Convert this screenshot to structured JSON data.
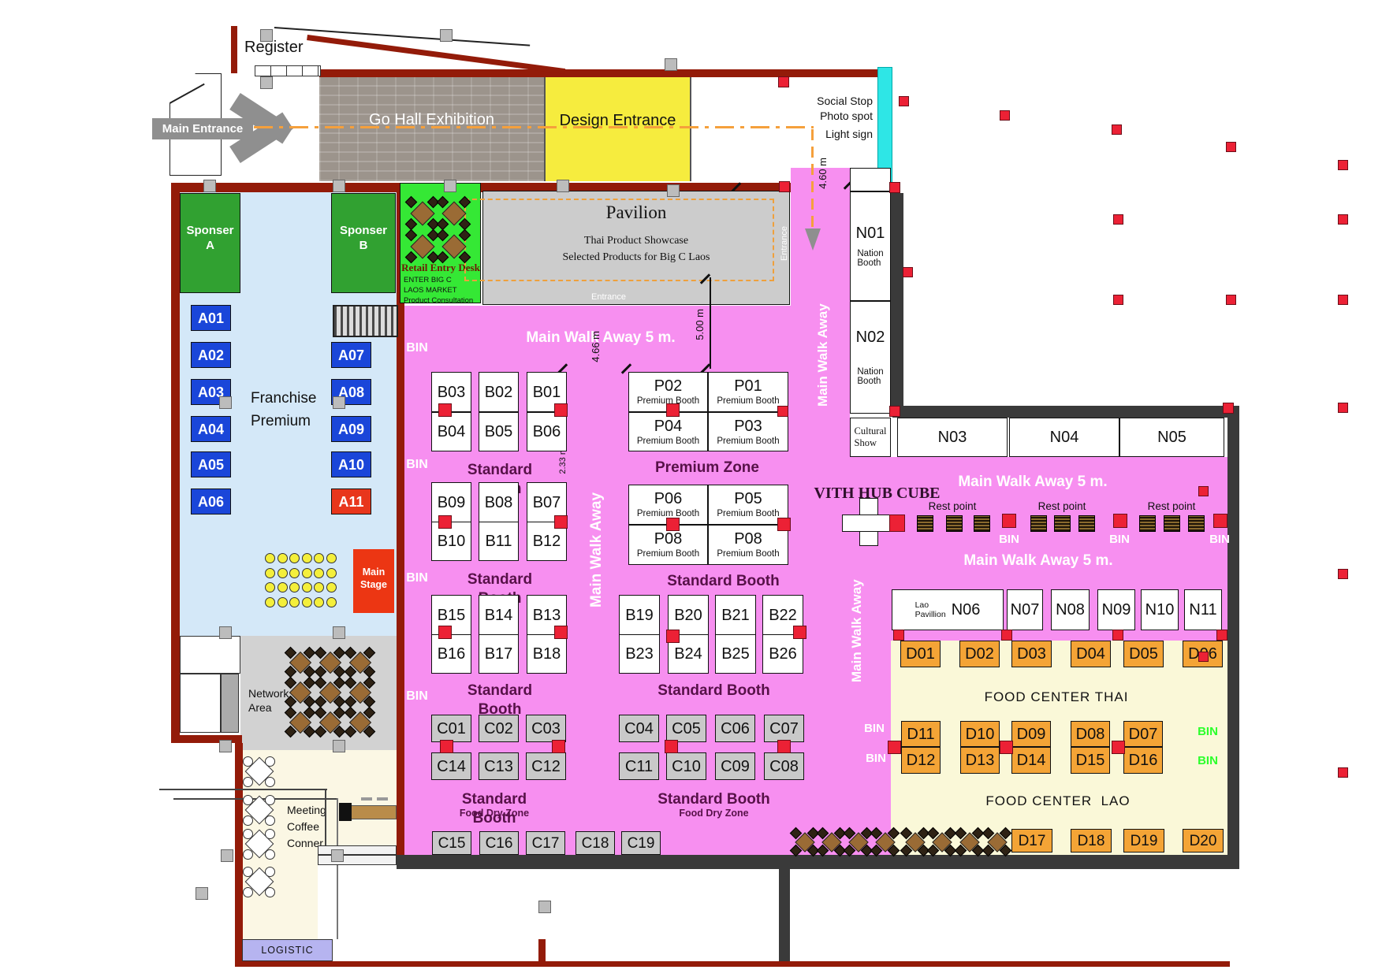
{
  "header": {
    "register": "Register",
    "main_entrance": "Main Entrance",
    "go_hall": "Go Hall Exhibition",
    "design_entrance": "Design Entrance",
    "social_stop": "Social Stop",
    "photo_spot": "Photo spot",
    "light_sign": "Light sign"
  },
  "pavilion": {
    "title": "Pavilion",
    "subtitle1": "Thai Product Showcase",
    "subtitle2": "Selected Products for Big C Laos",
    "entrance_bottom": "Entrance",
    "entrance_side": "Entrance"
  },
  "retail_desk": {
    "title": "Retail Entry Desk",
    "line1": "ENTER BIG C",
    "line2": "LAOS MARKET",
    "line3": "Product Consultation"
  },
  "sponsors": {
    "a": "Sponser\nA",
    "b": "Sponser\nB"
  },
  "franchise": {
    "label": "Franchise\nPremium"
  },
  "stage": {
    "label": "Main\nStage"
  },
  "network": {
    "label": "Network\nArea"
  },
  "meeting": {
    "label": "Meeting\nCoffee\nConner"
  },
  "logistic": {
    "label": "LOGISTIC"
  },
  "zones": {
    "standard_booth": "Standard Booth",
    "premium_zone": "Premium Zone",
    "premium_booth": "Premium Booth",
    "food_dry_zone": "Food Dry Zone",
    "nation_booth": "Nation\nBooth",
    "cultural_show": "Cultural\nShow",
    "lao_pavillion": "Lao\nPavillion",
    "vith": "VITH HUB CUBE",
    "rest_point": "Rest point",
    "bin": "BIN",
    "food_thai": "FOOD CENTER THAI",
    "food_lao": "FOOD CENTER  LAO"
  },
  "walkways": {
    "main_h": "Main Walk Away 5 m.",
    "main_v": "Main Walk Away"
  },
  "dims": {
    "d460": "4.60 m",
    "d500": "5.00 m",
    "d466": "4.66 m",
    "d233": "2.33 m"
  },
  "booths": {
    "a": [
      "A01",
      "A02",
      "A03",
      "A04",
      "A05",
      "A06",
      "A07",
      "A08",
      "A09",
      "A10",
      "A11"
    ],
    "b1": [
      "B03",
      "B02",
      "B01",
      "B04",
      "B05",
      "B06"
    ],
    "b2": [
      "B09",
      "B08",
      "B07",
      "B10",
      "B11",
      "B12"
    ],
    "b3": [
      "B15",
      "B14",
      "B13",
      "B16",
      "B17",
      "B18"
    ],
    "b4": [
      "B19",
      "B20",
      "B21",
      "B22",
      "B23",
      "B24",
      "B25",
      "B26"
    ],
    "p1": [
      "P02",
      "P01",
      "P04",
      "P03"
    ],
    "p2": [
      "P06",
      "P05",
      "P08",
      "P08"
    ],
    "c1": [
      "C01",
      "C02",
      "C03",
      "C14",
      "C13",
      "C12"
    ],
    "c2": [
      "C04",
      "C05",
      "C06",
      "C07",
      "C11",
      "C10",
      "C09",
      "C08"
    ],
    "c3": [
      "C15",
      "C16",
      "C17",
      "C18",
      "C19"
    ],
    "n": [
      "N01",
      "N02",
      "N03",
      "N04",
      "N05",
      "N06",
      "N07",
      "N08",
      "N09",
      "N10",
      "N11"
    ],
    "d1": [
      "D01",
      "D02",
      "D03",
      "D04",
      "D05",
      "D06"
    ],
    "d2": [
      "D11",
      "D10",
      "D09",
      "D08",
      "D07",
      "D12",
      "D13",
      "D14",
      "D15",
      "D16"
    ],
    "d3": [
      "D17",
      "D18",
      "D19",
      "D20"
    ]
  },
  "colors": {
    "wall_red": "#931B09",
    "hall_pink": "#F78FF0",
    "franchise_blue": "#D4E8F8",
    "sponsor_green": "#31A131",
    "desk_green": "#35E835",
    "booth_blue": "#1A46D9",
    "booth_orange": "#F4A436",
    "food_yellow": "#FAF8D8",
    "design_yellow": "#F6EC3E",
    "stage_red": "#EC3613",
    "logistic_lavender": "#B6B4F0",
    "cyan_strip": "#2EE6E6",
    "bin_green": "#2BFF2B",
    "pillar_red": "#EC2135"
  }
}
